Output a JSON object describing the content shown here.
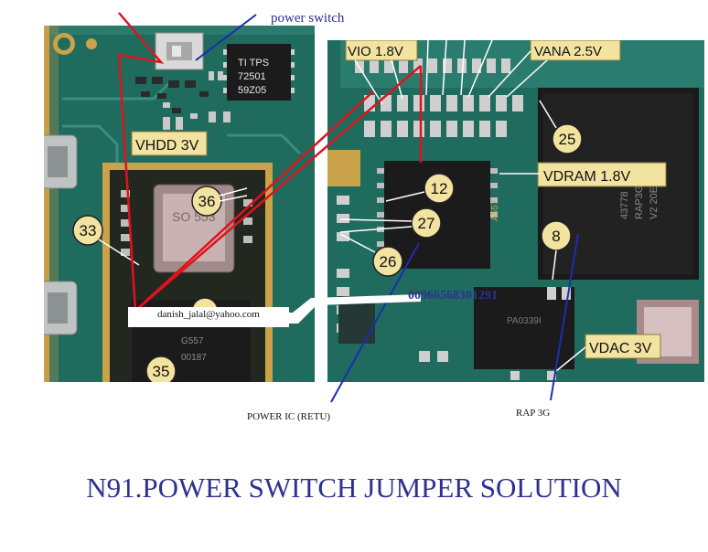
{
  "annotations": {
    "power_switch": "power switch",
    "power_ic": "POWER IC (RETU)",
    "rap": "RAP 3G",
    "email": "danish_jalal@yahoo.com",
    "phone": "00966568301291"
  },
  "left_board": {
    "chip_text": [
      "TI TPS",
      "72501",
      "59Z05"
    ],
    "voltage_labels": [
      "VHDD 3V"
    ],
    "numbers": [
      "33",
      "36",
      "35"
    ]
  },
  "right_board": {
    "voltage_labels": [
      "VIO 1.8V",
      "VANA 2.5V",
      "VDRAM 1.8V",
      "VDAC 3V"
    ],
    "numbers": [
      "25",
      "12",
      "27",
      "26",
      "8"
    ],
    "chip_text": [
      "43778",
      "RAP3G",
      "V2 20E",
      "A557"
    ]
  },
  "title": "N91.POWER SWITCH JUMPER SOLUTION",
  "colors": {
    "pcb": "#1f6b5e",
    "pcb_dark": "#134a40",
    "pad": "#c9c9c9",
    "gold": "#c9a24a",
    "badge": "#f3e3a0",
    "red_line": "#e0121b",
    "blue_line": "#1d2db0",
    "title": "#2e3192"
  }
}
